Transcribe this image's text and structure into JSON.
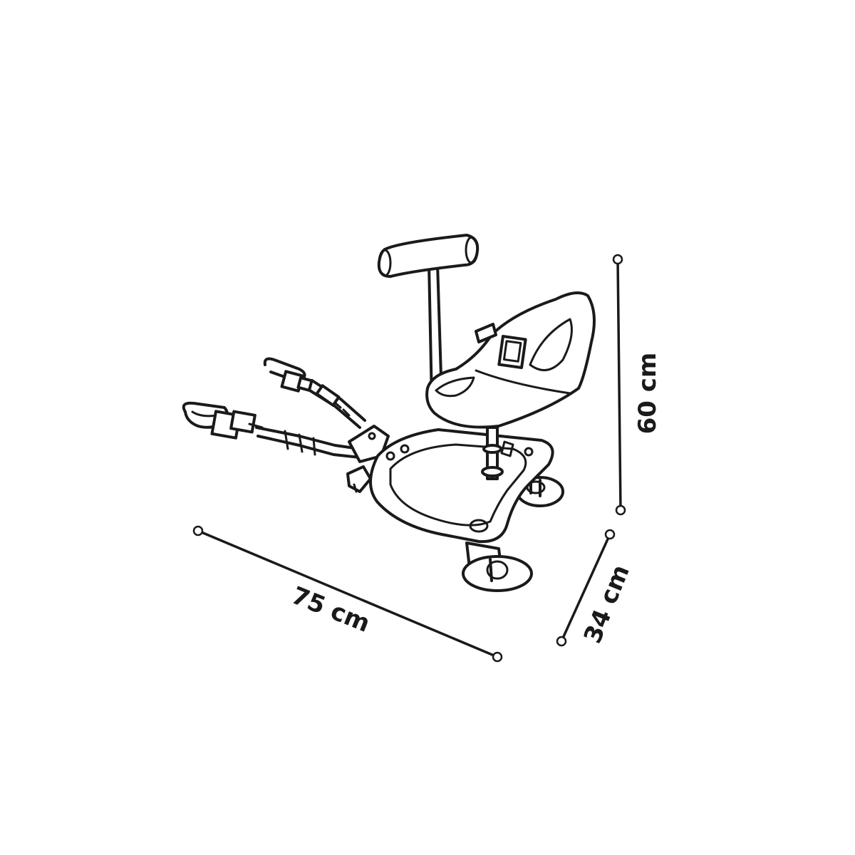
{
  "dimensions": {
    "length": {
      "label": "75 cm"
    },
    "depth": {
      "label": "34 cm"
    },
    "height": {
      "label": "60 cm"
    }
  },
  "colors": {
    "ink": "#1a1a1a",
    "background": "#ffffff"
  }
}
